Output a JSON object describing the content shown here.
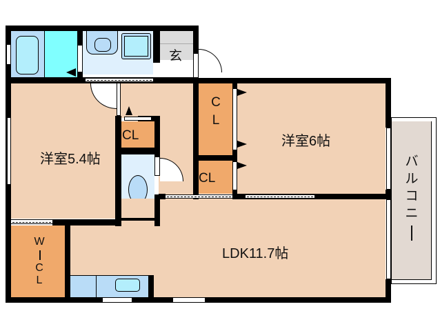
{
  "title": "Floor plan",
  "colors": {
    "room": "#f2d2b6",
    "closet": "#f0a96b",
    "bath": "#b9dcf7",
    "washroom": "#80ffff",
    "toilet": "#dff0fd",
    "entrance": "#dcdcdc",
    "balcony": "#e2d9d2",
    "wall": "#000000"
  },
  "rooms": {
    "western_room_1": {
      "label": "洋室5.4帖",
      "type": "Western-style room",
      "size_jo": 5.4
    },
    "western_room_2": {
      "label": "洋室6帖",
      "type": "Western-style room",
      "size_jo": 6
    },
    "ldk": {
      "label": "LDK11.7帖",
      "type": "Living Dining Kitchen",
      "size_jo": 11.7
    },
    "entrance": {
      "label": "玄"
    },
    "balcony": {
      "label": [
        "バ",
        "ル",
        "コ",
        "ニ",
        "ー"
      ]
    },
    "closet_upper": {
      "label": [
        "C",
        "L"
      ]
    },
    "closet_lower": {
      "label": "CL"
    },
    "closet_center": {
      "label": "CL"
    },
    "walk_in_closet": {
      "label": [
        "W",
        "I",
        "C",
        "L"
      ]
    }
  }
}
